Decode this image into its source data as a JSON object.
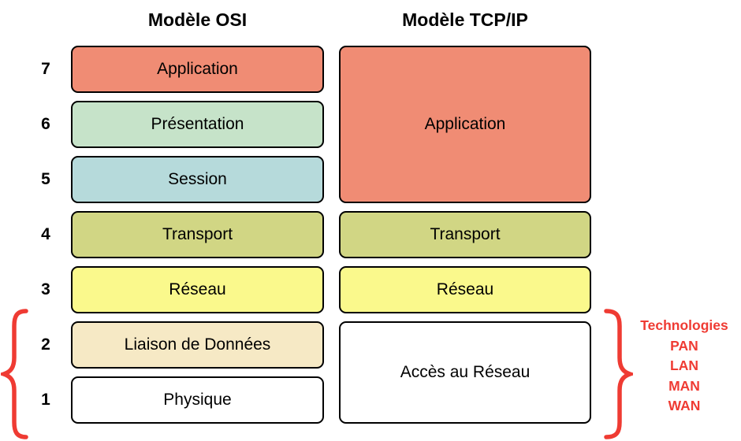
{
  "titles": {
    "osi": "Modèle OSI",
    "tcpip": "Modèle TCP/IP"
  },
  "osi_layers": [
    {
      "number": "7",
      "label": "Application",
      "color": "#F08C74"
    },
    {
      "number": "6",
      "label": "Présentation",
      "color": "#C6E3C9"
    },
    {
      "number": "5",
      "label": "Session",
      "color": "#B6DADB"
    },
    {
      "number": "4",
      "label": "Transport",
      "color": "#D1D684"
    },
    {
      "number": "3",
      "label": "Réseau",
      "color": "#FAF98C"
    },
    {
      "number": "2",
      "label": "Liaison de Données",
      "color": "#F6E9C5"
    },
    {
      "number": "1",
      "label": "Physique",
      "color": "#FFFFFF"
    }
  ],
  "tcpip_layers": [
    {
      "label": "Application",
      "color": "#F08C74",
      "osi_span": "7-5"
    },
    {
      "label": "Transport",
      "color": "#D1D684",
      "osi_span": "4"
    },
    {
      "label": "Réseau",
      "color": "#FAF98C",
      "osi_span": "3"
    },
    {
      "label": "Accès au Réseau",
      "color": "#FFFFFF",
      "osi_span": "2-1"
    }
  ],
  "annotation": {
    "heading": "Technologies",
    "items": [
      "PAN",
      "LAN",
      "MAN",
      "WAN"
    ],
    "accent_color": "#EF3B33"
  },
  "colors": {
    "border": "#000000",
    "text": "#000000",
    "background": "#FFFFFF"
  }
}
